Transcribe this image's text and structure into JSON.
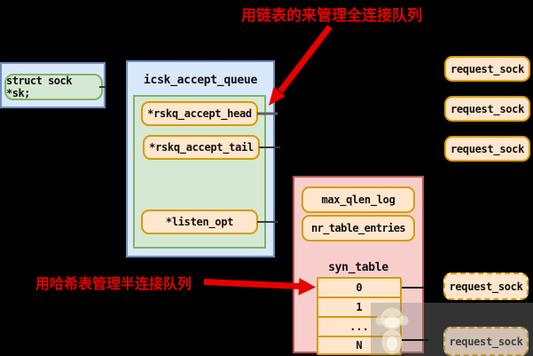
{
  "annotations": {
    "top_label": "用链表的来管理全连接队列",
    "bottom_label": "用哈希表管理半连接队列"
  },
  "sock_box": {
    "label": "struct sock *sk;"
  },
  "accept_queue": {
    "title": "icsk_accept_queue",
    "fields": [
      "*rskq_accept_head",
      "*rskq_accept_tail",
      "*listen_opt"
    ]
  },
  "request_socks_top": [
    "request_sock",
    "request_sock",
    "request_sock"
  ],
  "request_socks_bottom": [
    "request_sock",
    "request_sock"
  ],
  "syn_box": {
    "fields": [
      "max_qlen_log",
      "nr_table_entries"
    ],
    "table_title": "syn_table",
    "rows": [
      "0",
      "1",
      "...",
      "N"
    ]
  },
  "colors": {
    "background": "#000000",
    "blue_fill": "#dae8fc",
    "blue_border": "#6c8ebf",
    "green_fill": "#d5e8d4",
    "green_border": "#82b366",
    "orange_fill": "#ffe6cc",
    "orange_border": "#d79b00",
    "pink_fill": "#f8cecc",
    "pink_border": "#b85450",
    "annotation_red": "#e60000"
  }
}
